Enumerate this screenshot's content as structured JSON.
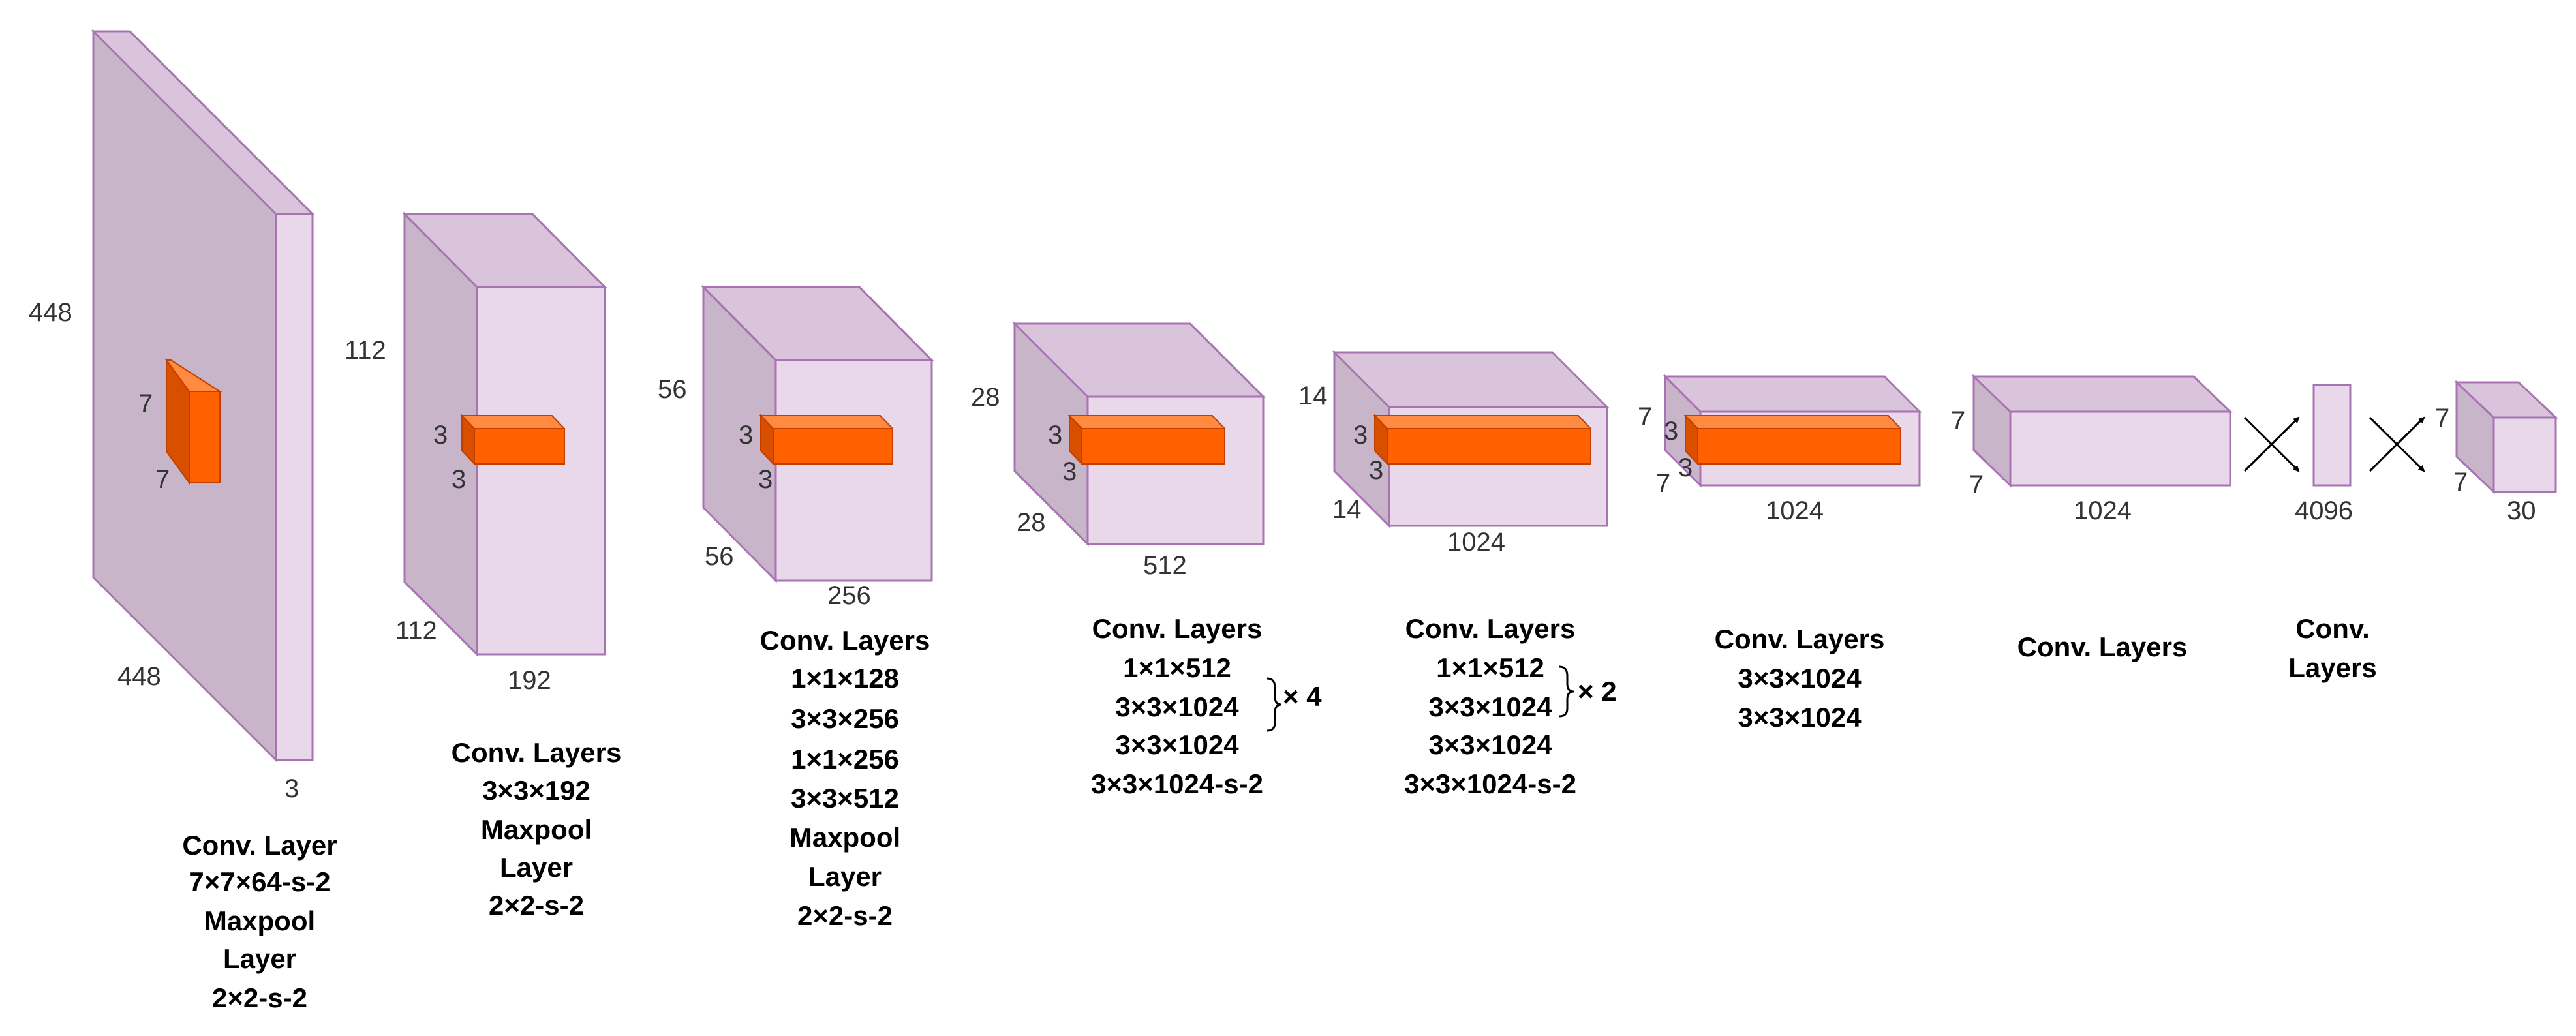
{
  "colors": {
    "box_front": "#e8d8ea",
    "box_top": "#d9c4dc",
    "box_side": "#c8b5c9",
    "box_stroke": "#a873b3",
    "kernel_front": "#ff6000",
    "kernel_top": "#ff8a40",
    "kernel_side": "#d94f00",
    "kernel_stroke": "#c04000",
    "text": "#000000",
    "dim_text": "#333333"
  },
  "blocks": [
    {
      "dims": {
        "height": "448",
        "depth": "448",
        "width": "3"
      },
      "kernel": {
        "h": "7",
        "w": "7"
      },
      "caption": [
        "Conv. Layer",
        "7×7×64-s-2",
        "Maxpool",
        "Layer",
        "2×2-s-2"
      ]
    },
    {
      "dims": {
        "height": "112",
        "depth": "112",
        "width": "192"
      },
      "kernel": {
        "h": "3",
        "w": "3"
      },
      "caption": [
        "Conv. Layers",
        "3×3×192",
        "Maxpool",
        "Layer",
        "2×2-s-2"
      ]
    },
    {
      "dims": {
        "height": "56",
        "depth": "56",
        "width": "256"
      },
      "kernel": {
        "h": "3",
        "w": "3"
      },
      "caption": [
        "Conv. Layers",
        "1×1×128",
        "3×3×256",
        "1×1×256",
        "3×3×512",
        "Maxpool",
        "Layer",
        "2×2-s-2"
      ]
    },
    {
      "dims": {
        "height": "28",
        "depth": "28",
        "width": "512"
      },
      "kernel": {
        "h": "3",
        "w": "3"
      },
      "caption": [
        "Conv. Layers",
        "1×1×512",
        "3×3×1024",
        "3×3×1024",
        "3×3×1024-s-2"
      ],
      "repeat": "× 4"
    },
    {
      "dims": {
        "height": "14",
        "depth": "14",
        "width": "1024"
      },
      "kernel": {
        "h": "3",
        "w": "3"
      },
      "caption": [
        "Conv. Layers",
        "1×1×512",
        "3×3×1024",
        "3×3×1024",
        "3×3×1024-s-2"
      ],
      "repeat": "× 2"
    },
    {
      "dims": {
        "height": "7",
        "depth": "7",
        "width": "1024"
      },
      "kernel": {
        "h": "3",
        "w": "3"
      },
      "caption": [
        "Conv. Layers",
        "3×3×1024",
        "3×3×1024"
      ]
    },
    {
      "dims": {
        "height": "7",
        "depth": "7",
        "width": "1024"
      },
      "caption": [
        "Conv. Layers"
      ]
    },
    {
      "dims": {
        "width": "4096"
      },
      "caption": [
        "Conv.",
        "Layers"
      ]
    },
    {
      "dims": {
        "height": "7",
        "depth": "7",
        "width": "30"
      }
    }
  ]
}
